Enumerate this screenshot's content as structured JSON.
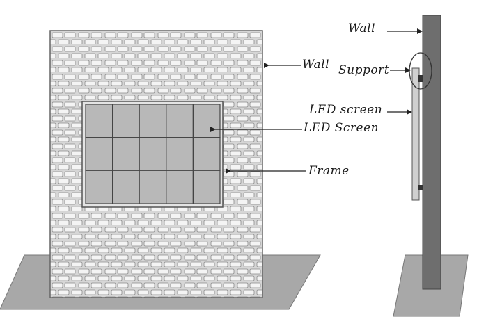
{
  "labels": {
    "wall_front": "Wall",
    "led_screen_front": "LED Screen",
    "frame": "Frame",
    "wall_side": "Wall",
    "support": "Support",
    "led_screen_side": "LED screen"
  },
  "colors": {
    "ground": "#a8a8a8",
    "wall_face": "#d6d6d6",
    "brick": "#f4f4f4",
    "brick_edge": "#8a8a8a",
    "screen": "#b8b8b8",
    "frame": "#e4e4e4",
    "side_wall": "#6e6e6e",
    "arrow": "#222222"
  },
  "screen_grid": {
    "columns": 5,
    "rows": 3
  },
  "icons": [
    "arrow-left-icon"
  ]
}
